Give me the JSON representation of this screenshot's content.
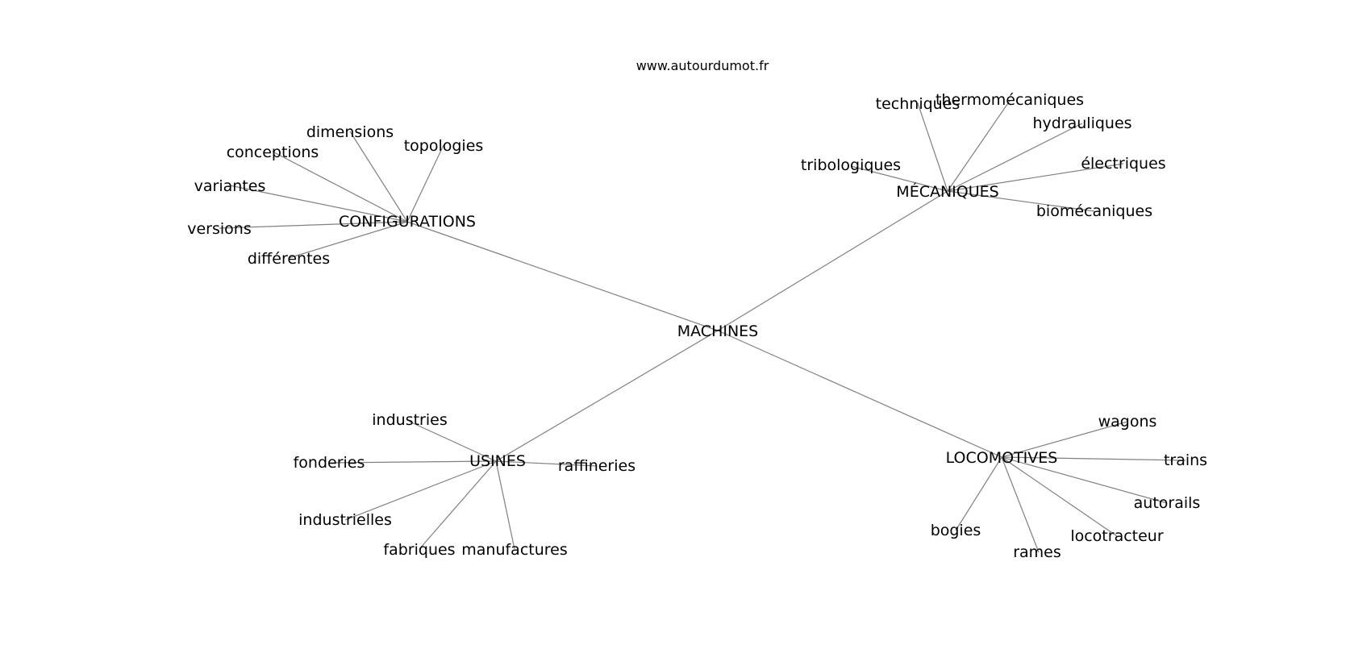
{
  "header": {
    "site": "www.autourdumot.fr"
  },
  "center": "MACHINES",
  "hubs": [
    {
      "id": "configurations",
      "label": "CONFIGURATIONS",
      "leaves": [
        "dimensions",
        "conceptions",
        "topologies",
        "variantes",
        "versions",
        "différentes"
      ]
    },
    {
      "id": "mecaniques",
      "label": "MÉCANIQUES",
      "leaves": [
        "techniques",
        "thermomécaniques",
        "hydrauliques",
        "tribologiques",
        "électriques",
        "biomécaniques"
      ]
    },
    {
      "id": "usines",
      "label": "USINES",
      "leaves": [
        "industries",
        "fonderies",
        "raffineries",
        "industrielles",
        "fabriques",
        "manufactures"
      ]
    },
    {
      "id": "locomotives",
      "label": "LOCOMOTIVES",
      "leaves": [
        "wagons",
        "trains",
        "autorails",
        "bogies",
        "locotracteur",
        "rames"
      ]
    }
  ]
}
